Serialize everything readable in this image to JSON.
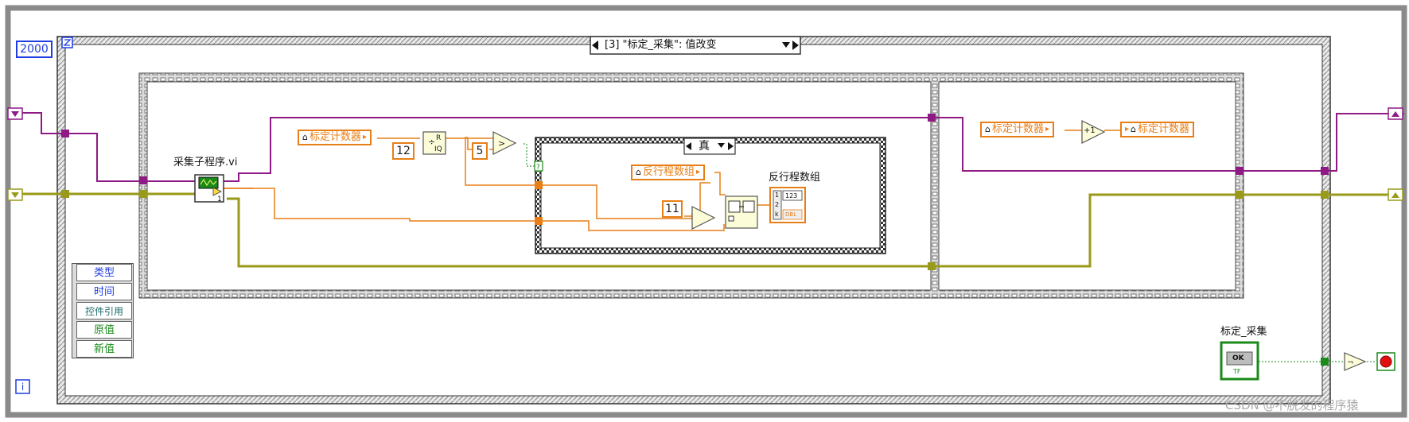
{
  "timeout_constant": "2000",
  "event_selector": "[3] \"标定_采集\": 值改变",
  "subvi_label": "采集子程序.vi",
  "counter_read_1": "标定计数器",
  "counter_read_2": "标定计数器",
  "counter_write": "标定计数器",
  "const_12": "12",
  "const_5": "5",
  "const_11": "11",
  "case_selector": "真",
  "reverse_array_read": "反行程数组",
  "reverse_array_indicator_label": "反行程数组",
  "array_index_0": "1",
  "array_index_1": "2",
  "array_index_2": "k",
  "array_value": "123",
  "array_type_tag": "DBL",
  "increment_symbol": "+1",
  "subvi_terminal": "1",
  "event_data": [
    "类型",
    "时间",
    "控件引用",
    "原值",
    "新值"
  ],
  "button_label": "标定_采集",
  "button_text": "OK",
  "button_type": "TF",
  "watermark": "CSDN @不脱发的程序猿",
  "colors": {
    "orange": "#e87e16",
    "purple": "#8e1a86",
    "yellow": "#9a9a1a",
    "green": "#1a8a1a",
    "blue": "#1f3de0",
    "stop_red": "#e01010"
  }
}
